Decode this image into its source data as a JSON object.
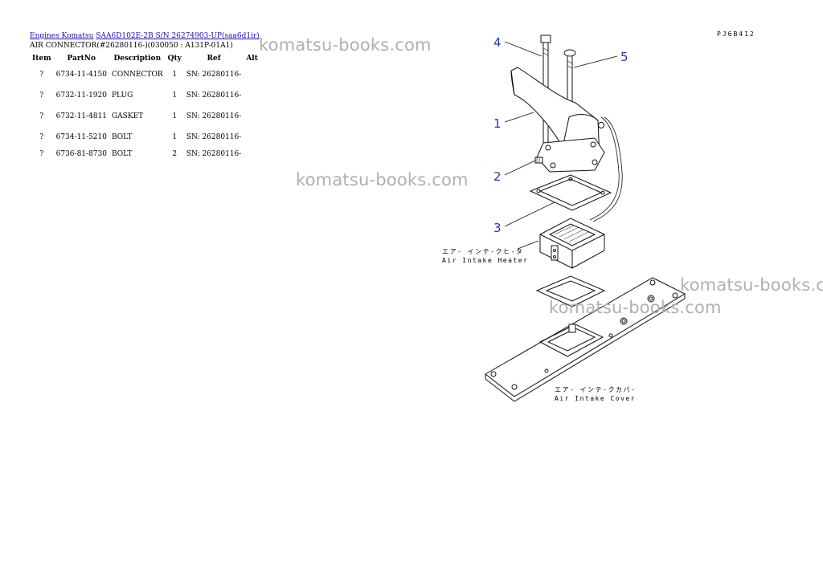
{
  "breadcrumb": {
    "link1": "Engines Komatsu",
    "link2": "SAA6D102E-2B S/N 26274903-UP(saa6d1ir)"
  },
  "subtitle": "AIR CONNECTOR(#26280116-)(030050 : A131P-01A1)",
  "table": {
    "headers": {
      "item": "Item",
      "partno": "PartNo",
      "description": "Description",
      "qty": "Qty",
      "ref": "Ref",
      "alt": "Alt"
    },
    "rows": [
      {
        "item": "?",
        "partno": "6734-11-4150",
        "description": "CONNECTOR",
        "qty": "1",
        "ref": "SN: 26280116-",
        "alt": ""
      },
      {
        "item": "?",
        "partno": "6732-11-1920",
        "description": "PLUG",
        "qty": "1",
        "ref": "SN: 26280116-",
        "alt": ""
      },
      {
        "item": "?",
        "partno": "6732-11-4811",
        "description": "GASKET",
        "qty": "1",
        "ref": "SN: 26280116-",
        "alt": ""
      },
      {
        "item": "?",
        "partno": "6734-11-5210",
        "description": "BOLT",
        "qty": "1",
        "ref": "SN: 26280116-",
        "alt": ""
      },
      {
        "item": "?",
        "partno": "6736-81-8730",
        "description": "BOLT",
        "qty": "2",
        "ref": "SN: 26280116-",
        "alt": ""
      }
    ]
  },
  "watermark": "komatsu-books.com",
  "diagram": {
    "code": "PJ6B412",
    "callouts": [
      "4",
      "5",
      "1",
      "2",
      "3"
    ],
    "heater_caption_jp": "エア- インテ-クヒ-タ",
    "heater_caption_en": "Air Intake Heater",
    "cover_caption_jp": "エア- インテ-クカバ-",
    "cover_caption_en": "Air Intake Cover"
  },
  "colors": {
    "link": "#1a0dab",
    "callout": "#2038a8",
    "watermark": "#b0b0b0"
  }
}
